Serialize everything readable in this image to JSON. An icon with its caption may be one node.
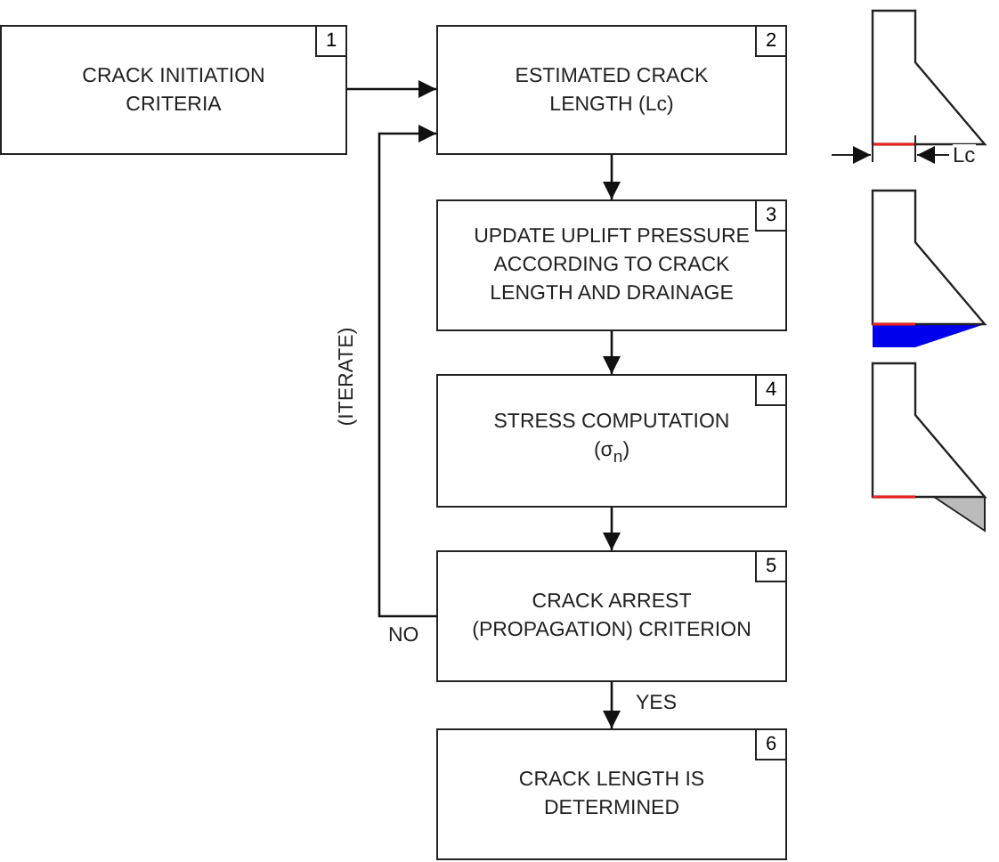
{
  "diagram": {
    "nodes": [
      {
        "text": [
          "CRACK INITIATION CRITERIA",
          "1"
        ]
      },
      {
        "text": [
          "ESTIMATED CRACK LENGTH (Lc)",
          "2"
        ]
      },
      {
        "text": [
          "UPDATE UPLIFT PRESSURE ACCORDING TO CRACK LENGTH AND DRAINAGE",
          "3"
        ]
      },
      {
        "text": [
          "STRESS COMPUTATION (σ$_{n}$)",
          "4"
        ]
      },
      {
        "text": [
          "CRACK ARREST (PROPAGATION) CRITERION",
          "5"
        ]
      },
      {
        "text": [
          "CRACK LENGTH IS DETERMINED",
          "6"
        ]
      }
    ],
    "edges": [
      {
        "from": 0,
        "to": 1,
        "arrow": "to"
      },
      {
        "from": 1,
        "to": 2,
        "arrow": "to"
      },
      {
        "from": 2,
        "to": 3,
        "arrow": "to"
      },
      {
        "from": 3,
        "to": 4,
        "arrow": "to"
      },
      {
        "from": 4,
        "to": 5,
        "arrow": "to",
        "label": "YES"
      },
      {
        "from": 4,
        "to": 1,
        "arrow": "to",
        "label": "NO"
      }
    ],
    "labels": [
      "(ITERATE)",
      "Lc"
    ]
  }
}
